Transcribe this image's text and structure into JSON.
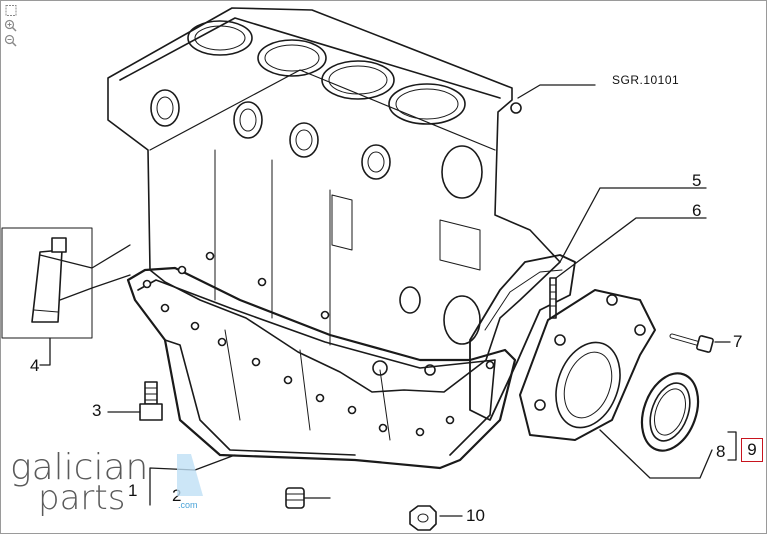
{
  "diagram": {
    "reference": "SGR.10101",
    "callouts": {
      "c1": "1",
      "c2": "2",
      "c3": "3",
      "c4": "4",
      "c5": "5",
      "c6": "6",
      "c7": "7",
      "c8": "8",
      "c9": "9",
      "c10": "10"
    }
  },
  "watermark": {
    "line1": "galician",
    "line2": "parts",
    "domain": ".com"
  },
  "toolbar": {
    "icons": [
      "fit-icon",
      "zoom-in-icon",
      "zoom-out-icon"
    ]
  },
  "colors": {
    "line": "#1a1a1a",
    "accent_box": "#c8141e",
    "watermark_text": "#5a5a5a",
    "watermark_blue": "#4aa3d8"
  }
}
